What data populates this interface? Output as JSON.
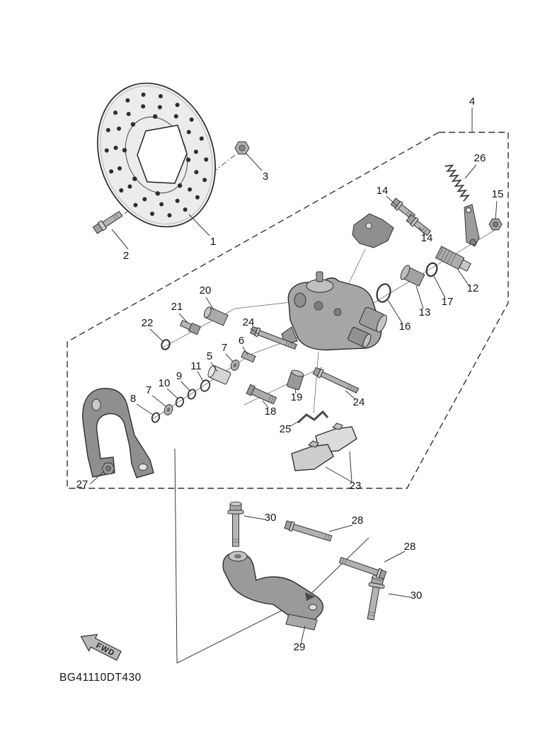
{
  "code": "BG41110DT430",
  "fwd": "FWD",
  "callouts": {
    "c1": "1",
    "c2": "2",
    "c3": "3",
    "c4": "4",
    "c5": "5",
    "c6": "6",
    "c7a": "7",
    "c7b": "7",
    "c8": "8",
    "c9": "9",
    "c10": "10",
    "c11": "11",
    "c12": "12",
    "c13": "13",
    "c14a": "14",
    "c14b": "14",
    "c15": "15",
    "c16": "16",
    "c17": "17",
    "c18": "18",
    "c19": "19",
    "c20": "20",
    "c21": "21",
    "c22": "22",
    "c23": "23",
    "c24a": "24",
    "c24b": "24",
    "c25": "25",
    "c26": "26",
    "c27": "27",
    "c28a": "28",
    "c28b": "28",
    "c29": "29",
    "c30a": "30",
    "c30b": "30"
  }
}
